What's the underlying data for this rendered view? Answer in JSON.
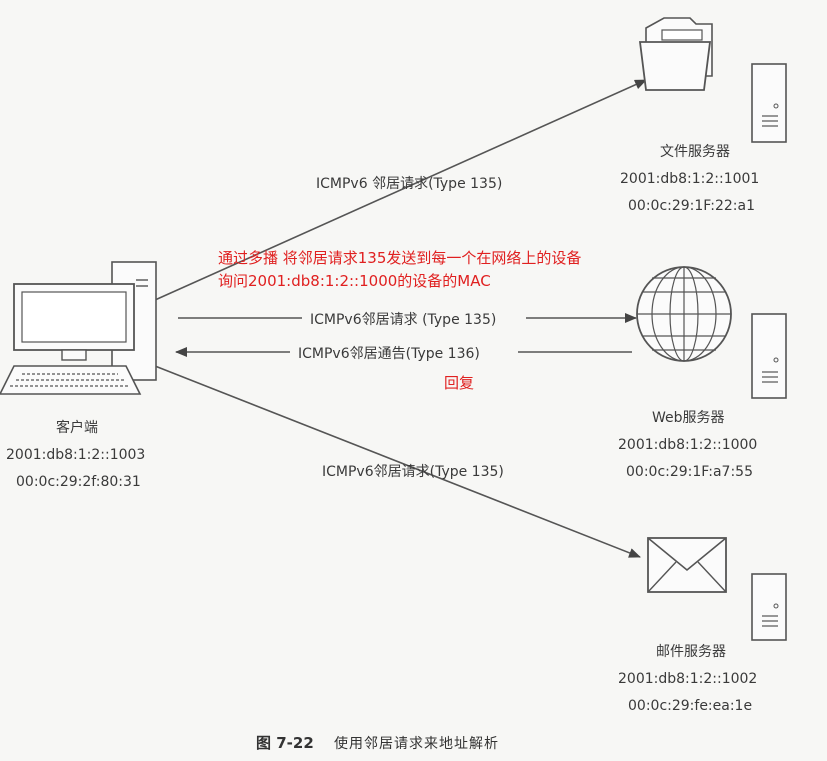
{
  "client": {
    "name": "客户端",
    "ipv6": "2001:db8:1:2::1003",
    "mac": "00:0c:29:2f:80:31"
  },
  "file_server": {
    "name": "文件服务器",
    "ipv6": "2001:db8:1:2::1001",
    "mac": "00:0c:29:1F:22:a1"
  },
  "web_server": {
    "name": "Web服务器",
    "ipv6": "2001:db8:1:2::1000",
    "mac": "00:0c:29:1F:a7:55"
  },
  "mail_server": {
    "name": "邮件服务器",
    "ipv6": "2001:db8:1:2::1002",
    "mac": "00:0c:29:fe:ea:1e"
  },
  "edges": {
    "to_file": "ICMPv6 邻居请求(Type 135)",
    "to_web": "ICMPv6邻居请求 (Type 135)",
    "from_web": "ICMPv6邻居通告(Type 136)",
    "to_mail": "ICMPv6邻居请求(Type 135)"
  },
  "annotations": {
    "line1": "通过多播 将邻居请求135发送到每一个在网络上的设备",
    "line2": "询问2001:db8:1:2::1000的设备的MAC",
    "reply": "回复"
  },
  "caption": {
    "number": "图 7-22",
    "text": "使用邻居请求来地址解析"
  },
  "colors": {
    "annotation": "#e02020",
    "line": "#555555"
  }
}
